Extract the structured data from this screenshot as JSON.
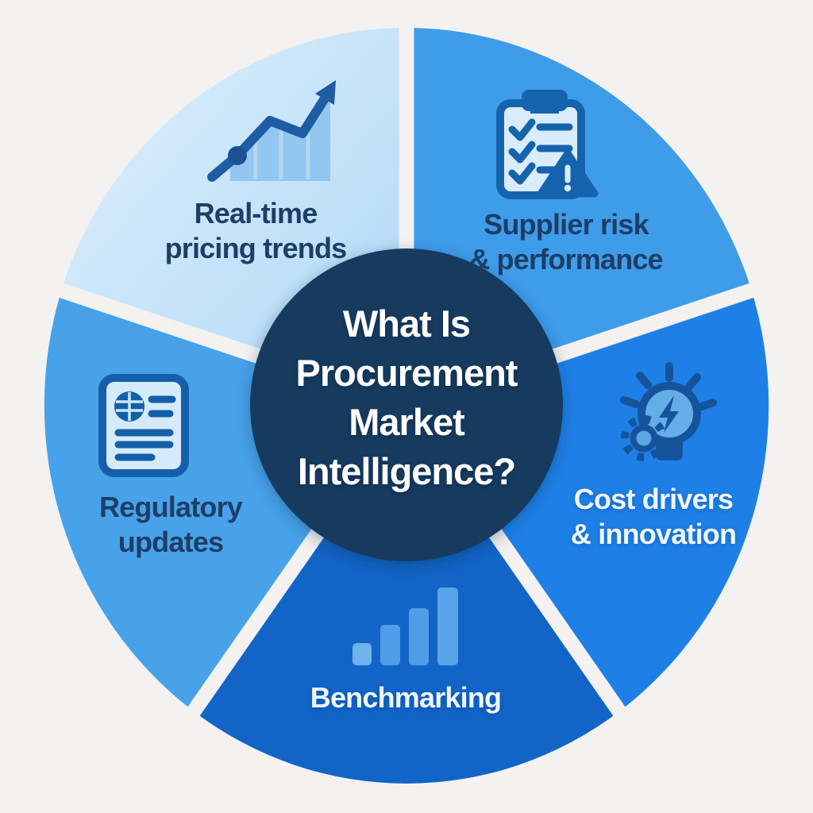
{
  "background_color": "#f3f2f0",
  "divider_color": "#f3f2f0",
  "center": {
    "title_lines": [
      "What Is",
      "Procurement",
      "Market",
      "Intelligence?"
    ],
    "color": "#163a5f",
    "text_color": "#fdfeff"
  },
  "segments": [
    {
      "name": "real-time-pricing-trends",
      "label_lines": [
        "Real-time",
        "pricing trends"
      ],
      "color": "#b4dbf7",
      "text_color": "#1d3e66",
      "icon": "trend-line-chart-icon",
      "position": "top-left"
    },
    {
      "name": "supplier-risk-performance",
      "label_lines": [
        "Supplier risk",
        "& performance"
      ],
      "color": "#3f9ce9",
      "text_color": "#1d3e66",
      "icon": "clipboard-checklist-warning-icon",
      "position": "top-right"
    },
    {
      "name": "cost-drivers-innovation",
      "label_lines": [
        "Cost drivers",
        "& innovation"
      ],
      "color": "#1e80e6",
      "text_color": "#eef6fd",
      "icon": "lightbulb-gear-icon",
      "position": "right"
    },
    {
      "name": "benchmarking",
      "label_lines": [
        "Benchmarking"
      ],
      "color": "#1264c7",
      "text_color": "#eef6fd",
      "icon": "ascending-bars-icon",
      "position": "bottom"
    },
    {
      "name": "regulatory-updates",
      "label_lines": [
        "Regulatory",
        "updates"
      ],
      "color": "#47a2ea",
      "text_color": "#1d3e66",
      "icon": "document-globe-icon",
      "position": "left"
    }
  ]
}
